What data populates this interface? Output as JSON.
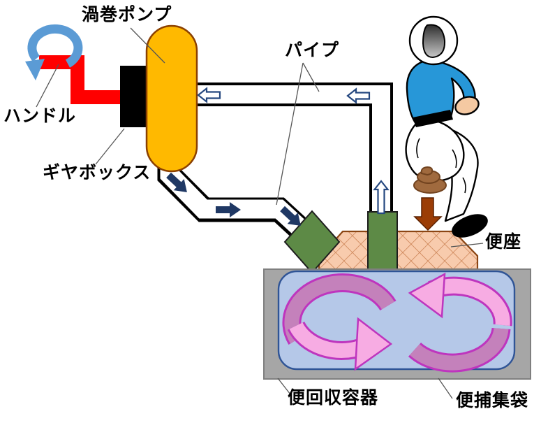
{
  "labels": {
    "pump": "渦巻ポンプ",
    "pipe": "パイプ",
    "handle": "ハンドル",
    "gearbox": "ギヤボックス",
    "seat": "便座",
    "container": "便回収容器",
    "bag": "便捕集袋"
  },
  "icons": {
    "rotation_arrow": "rotation-arrow",
    "flow_arrow_solid": "flow-arrow",
    "flow_arrow_hollow": "hollow-flow-arrow",
    "waste_drop_arrow": "down-arrow",
    "waste_icon": "poop-icon",
    "person": "astronaut-figure",
    "stir_loop": "circulation-loop-arrow"
  },
  "colors": {
    "pump_body": "#FFB900",
    "pump_outline": "#8B4000",
    "handle_crank": "#FF0000",
    "gearbox": "#000000",
    "rotation_arrow": "#5B9BD5",
    "flow_arrow_navy": "#1F3864",
    "hollow_arrow_outline": "#24477F",
    "connector_green": "#5D8A46",
    "seat_fill": "#F8CBAD",
    "seat_hatch": "#C97F50",
    "seat_outline": "#8B4513",
    "container_gray": "#A6A6A6",
    "liner_blue": "#B5C8E8",
    "liner_outline": "#2F5496",
    "loop_pink": "#F7ACE3",
    "loop_mauve": "#C481BB",
    "loop_outline": "#BE35BE",
    "waste_brown": "#A06A3E",
    "drop_arrow_brown": "#9B3D06",
    "suit_blue": "#2797D8",
    "skin": "#F5C9A2"
  }
}
